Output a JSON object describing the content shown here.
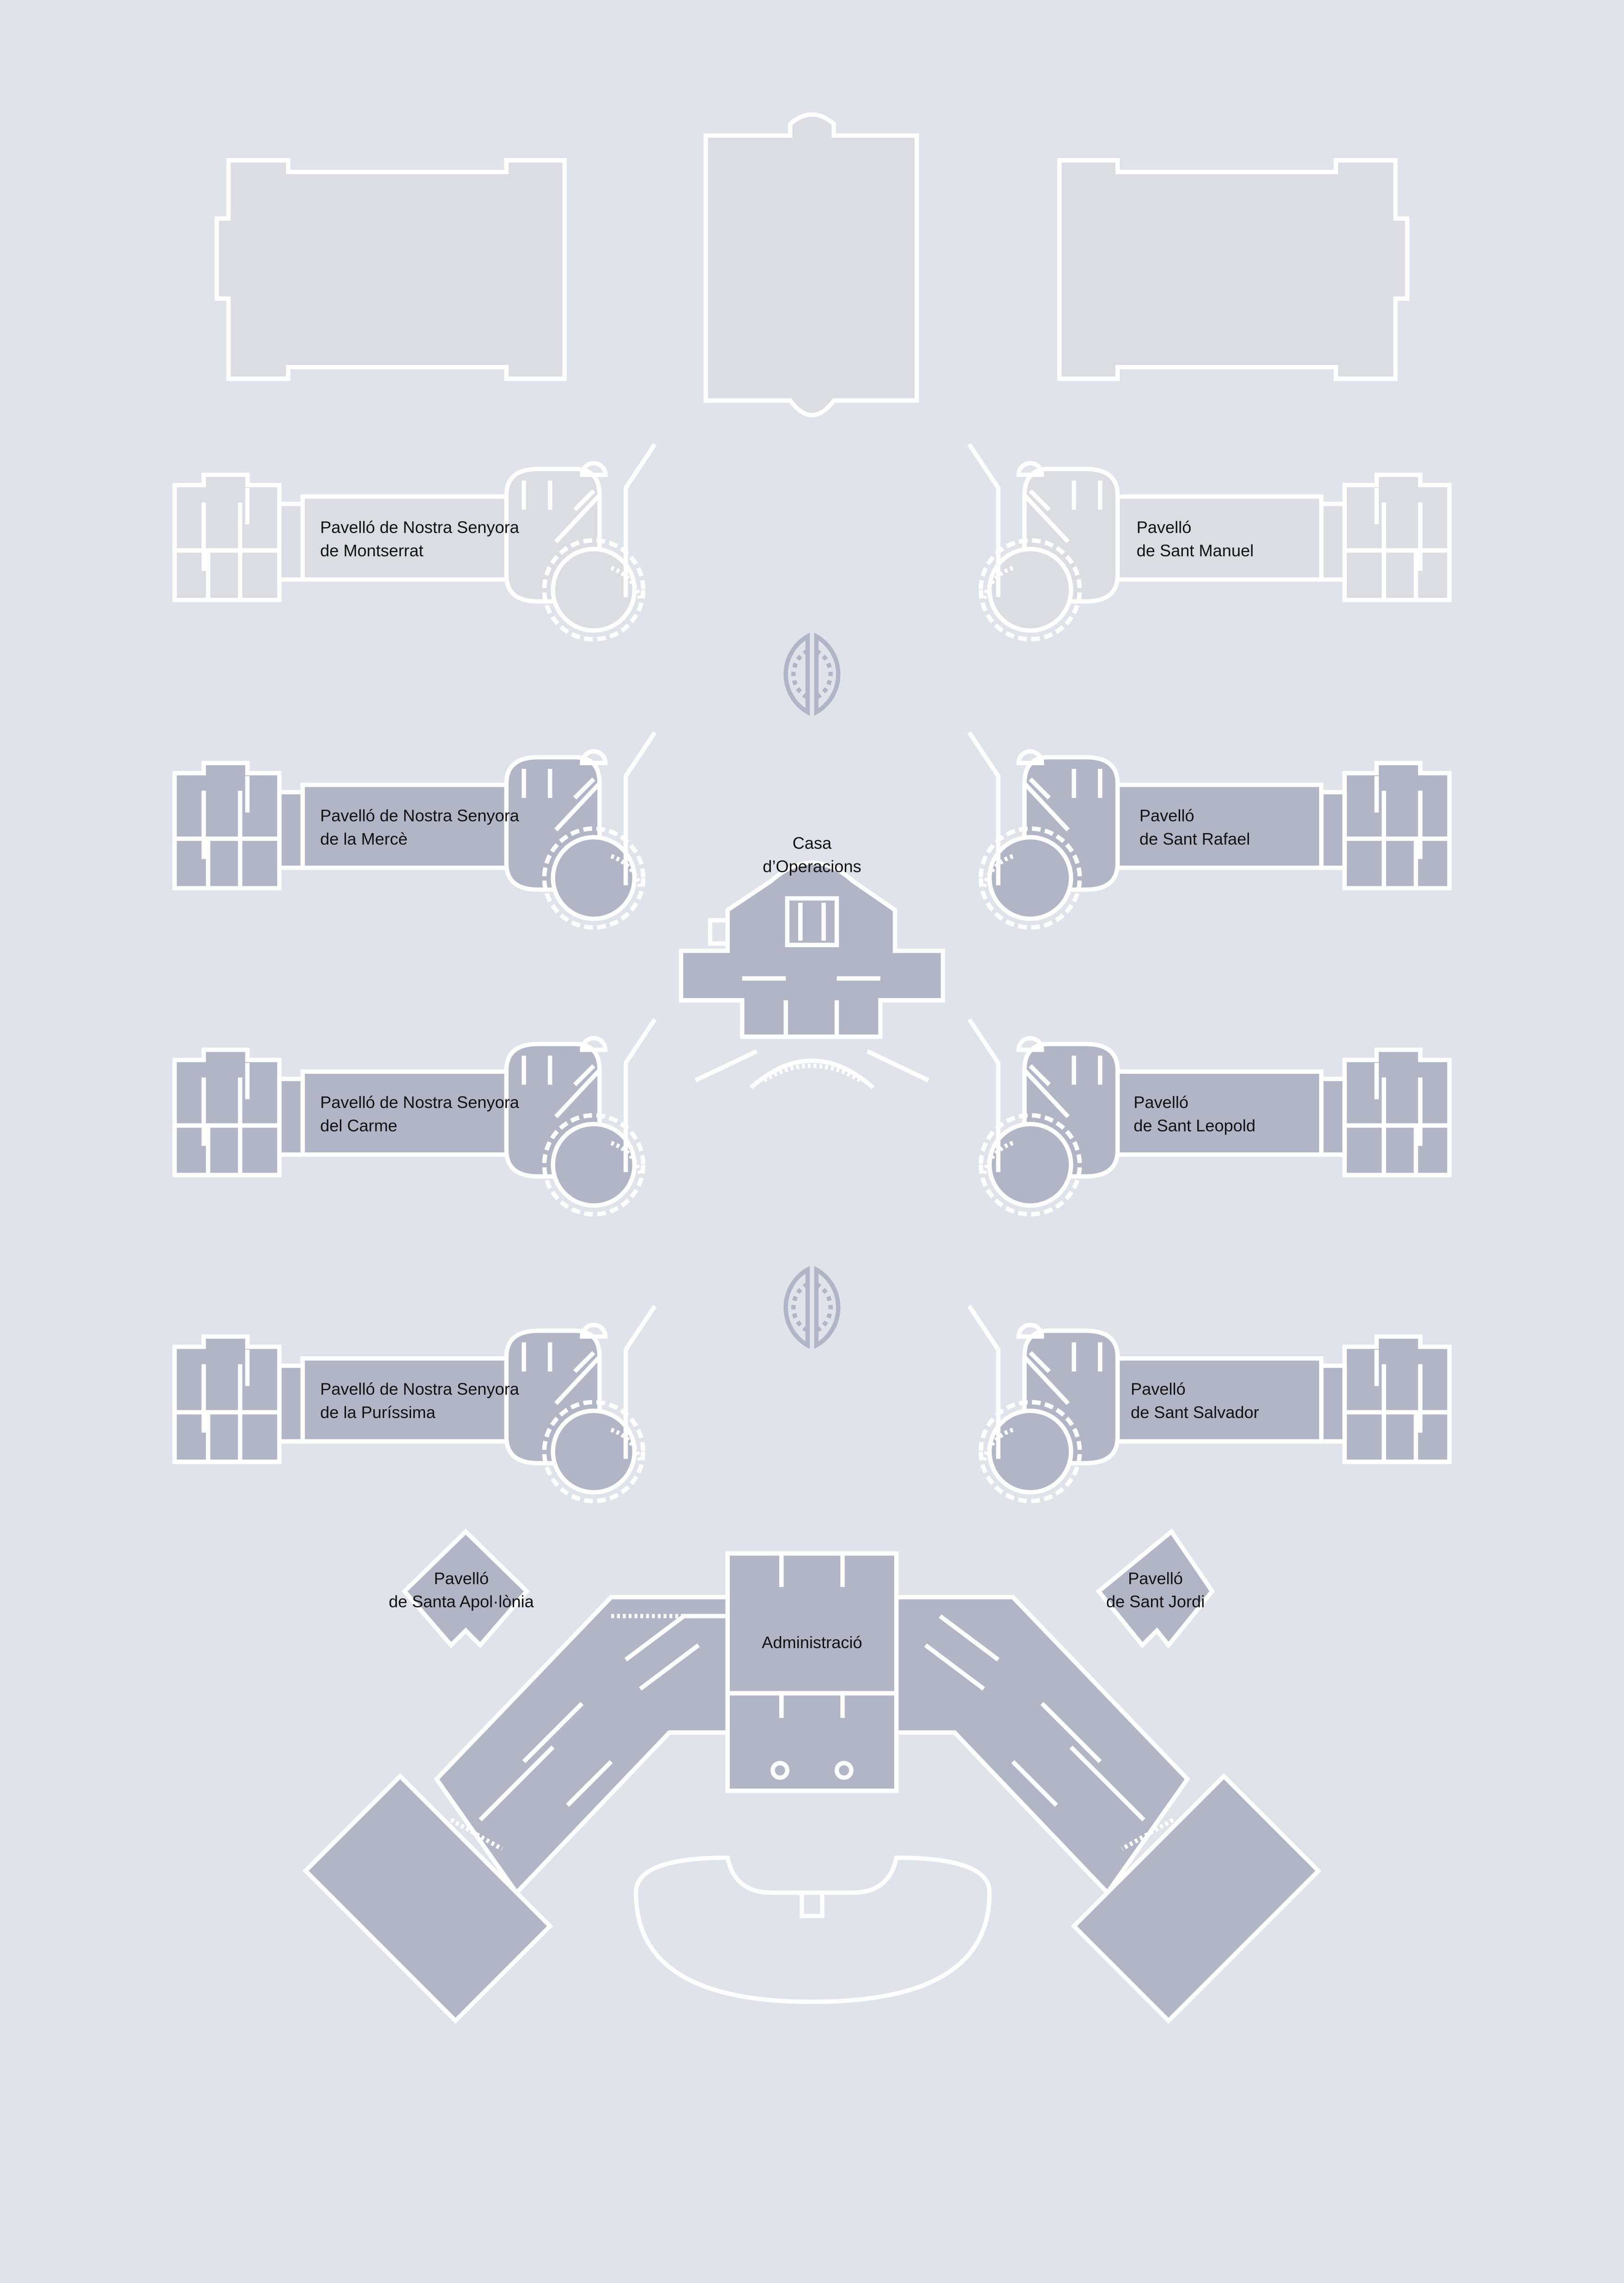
{
  "map": {
    "colors": {
      "background": "#e0e3ea",
      "inactive_fill": "#dcdde2",
      "active_fill": "#b1b5c6",
      "walls": "#ffffff"
    },
    "pavilions_left": [
      {
        "line1": "Pavelló de Nostra Senyora",
        "line2": "de Montserrat",
        "state": "inactive"
      },
      {
        "line1": "Pavelló de Nostra Senyora",
        "line2": "de la Mercè",
        "state": "active"
      },
      {
        "line1": "Pavelló de Nostra Senyora",
        "line2": "del Carme",
        "state": "active"
      },
      {
        "line1": "Pavelló de Nostra Senyora",
        "line2": "de la Puríssima",
        "state": "active"
      }
    ],
    "pavilions_right": [
      {
        "line1": "Pavelló",
        "line2": "de Sant Manuel",
        "state": "inactive"
      },
      {
        "line1": "Pavelló",
        "line2": "de Sant Rafael",
        "state": "active"
      },
      {
        "line1": "Pavelló",
        "line2": "de Sant Leopold",
        "state": "active"
      },
      {
        "line1": "Pavelló",
        "line2": "de Sant Salvador",
        "state": "active"
      }
    ],
    "casa": {
      "line1": "Casa",
      "line2": "d’Operacions"
    },
    "apollonia": {
      "line1": "Pavelló",
      "line2": "de Santa Apol·lònia"
    },
    "jordi": {
      "line1": "Pavelló",
      "line2": "de Sant Jordi"
    },
    "administracio": {
      "label": "Administració"
    }
  }
}
